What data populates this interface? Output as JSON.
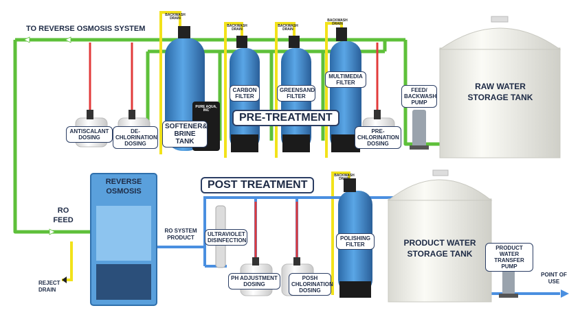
{
  "titles": {
    "to_ro_system": "TO REVERSE OSMOSIS SYSTEM",
    "pre_treatment": "PRE-TREATMENT",
    "post_treatment": "POST TREATMENT",
    "ro_feed": "RO FEED",
    "reverse_osmosis": "REVERSE OSMOSIS",
    "ro_system_product": "RO SYSTEM PRODUCT",
    "reject_drain": "REJECT DRAIN",
    "point_of_use": "POINT OF USE"
  },
  "tanks": {
    "raw_water": "RAW WATER STORAGE TANK",
    "product_water": "PRODUCT WATER STORAGE TANK"
  },
  "filters": {
    "softener": "SOFTENER& BRINE TANK",
    "carbon": "CARBON FILTER",
    "greensand": "GREENSAND FILTER",
    "multimedia": "MULTIMEDIA FILTER",
    "polishing": "POLISHING FILTER"
  },
  "dosing": {
    "antiscalant": "ANTISCALANT DOSING",
    "dechlorination": "DE-CHLORINATION DOSING",
    "prechlorination": "PRE- CHLORINATION DOSING",
    "ph_adjustment": "PH ADJUSTMENT DOSING",
    "post_chlorination": "POSH CHLORINATION DOSING"
  },
  "equipment": {
    "feed_pump": "FEED/ BACKWASH PUMP",
    "transfer_pump": "PRODUCT WATER TRANSFER PUMP",
    "uv": "ULTRAVIOLET DISINFECTION",
    "backwash_drain": "BACKWASH DRAIN",
    "brine_brand": "PURE AQUA, INC"
  },
  "colors": {
    "feed_line": "#5ec03a",
    "product_line": "#4a8fe0",
    "drain_line": "#f2e21a",
    "chemical_line": "#e23b3b",
    "vessel_blue": "#3f86c8"
  }
}
